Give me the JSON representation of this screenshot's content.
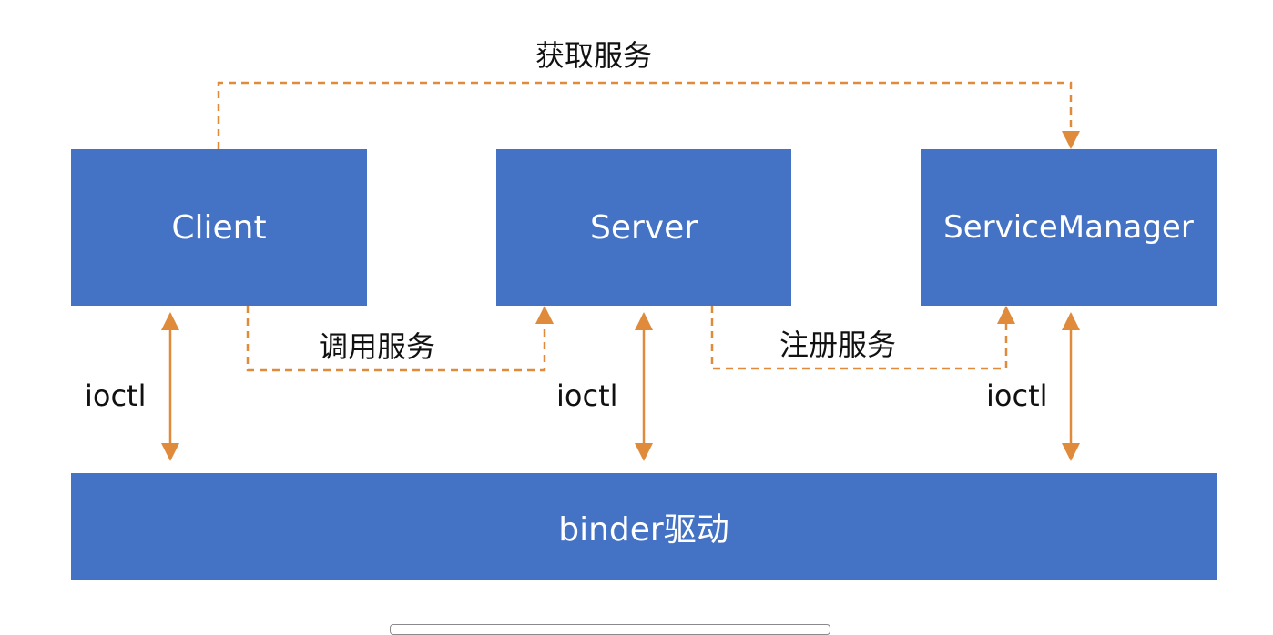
{
  "nodes": {
    "client": "Client",
    "server": "Server",
    "service_manager": "ServiceManager",
    "binder": "binder驱动"
  },
  "edges": {
    "get_service": "获取服务",
    "call_service": "调用服务",
    "register_service": "注册服务",
    "ioctl_client": "ioctl",
    "ioctl_server": "ioctl",
    "ioctl_service_manager": "ioctl"
  },
  "colors": {
    "box_fill": "#4472c4",
    "box_text": "#ffffff",
    "arrow": "#e08a3c",
    "label_text": "#111111"
  }
}
